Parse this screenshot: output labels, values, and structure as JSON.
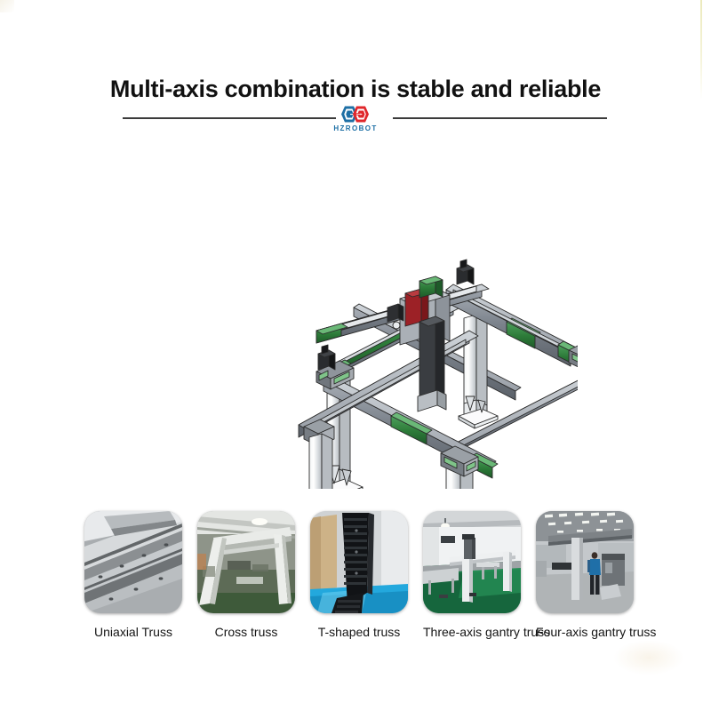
{
  "header": {
    "title": "Multi-axis combination is stable and reliable",
    "brand_name": "HZROBOT",
    "brand_mark_icon": "hexagon-arrow-logo-icon",
    "brand_blue": "#1d6fa5",
    "brand_red": "#e0272b",
    "rule_color": "#3b3b3b"
  },
  "hero": {
    "alt": "four-axis gantry truss robot isometric technical illustration",
    "icon": "gantry-robot-diagram-icon",
    "colors": {
      "frame_gray": "#8d939c",
      "frame_light": "#c9ced4",
      "rail_dark": "#5d636c",
      "accent_green": "#2f7d3c",
      "accent_green_light": "#4aa05a",
      "accent_red": "#9c2126",
      "column_light": "#e3e6e9",
      "outline": "#2b2b2b"
    }
  },
  "gallery": {
    "items": [
      {
        "label": "Uniaxial Truss",
        "icon": "uniaxial-truss-photo-icon",
        "palette": [
          "#b9bcbe",
          "#8f9295",
          "#e3e5e6",
          "#4d5052"
        ]
      },
      {
        "label": "Cross truss",
        "icon": "cross-truss-photo-icon",
        "palette": [
          "#cfd2cf",
          "#7d8a72",
          "#e8eae8",
          "#3d5a3a"
        ]
      },
      {
        "label": "T-shaped truss",
        "icon": "t-shaped-truss-photo-icon",
        "palette": [
          "#d8c9a8",
          "#1b1d20",
          "#2db0e8",
          "#404348"
        ]
      },
      {
        "label": "Three-axis gantry truss",
        "icon": "three-axis-gantry-truss-photo-icon",
        "palette": [
          "#e7e9ea",
          "#1f7a48",
          "#b9bec2",
          "#4a4f53"
        ]
      },
      {
        "label": "Four-axis gantry truss",
        "icon": "four-axis-gantry-truss-photo-icon",
        "palette": [
          "#d2d4d6",
          "#9aa0a4",
          "#1f6fa8",
          "#55595d"
        ]
      }
    ]
  }
}
